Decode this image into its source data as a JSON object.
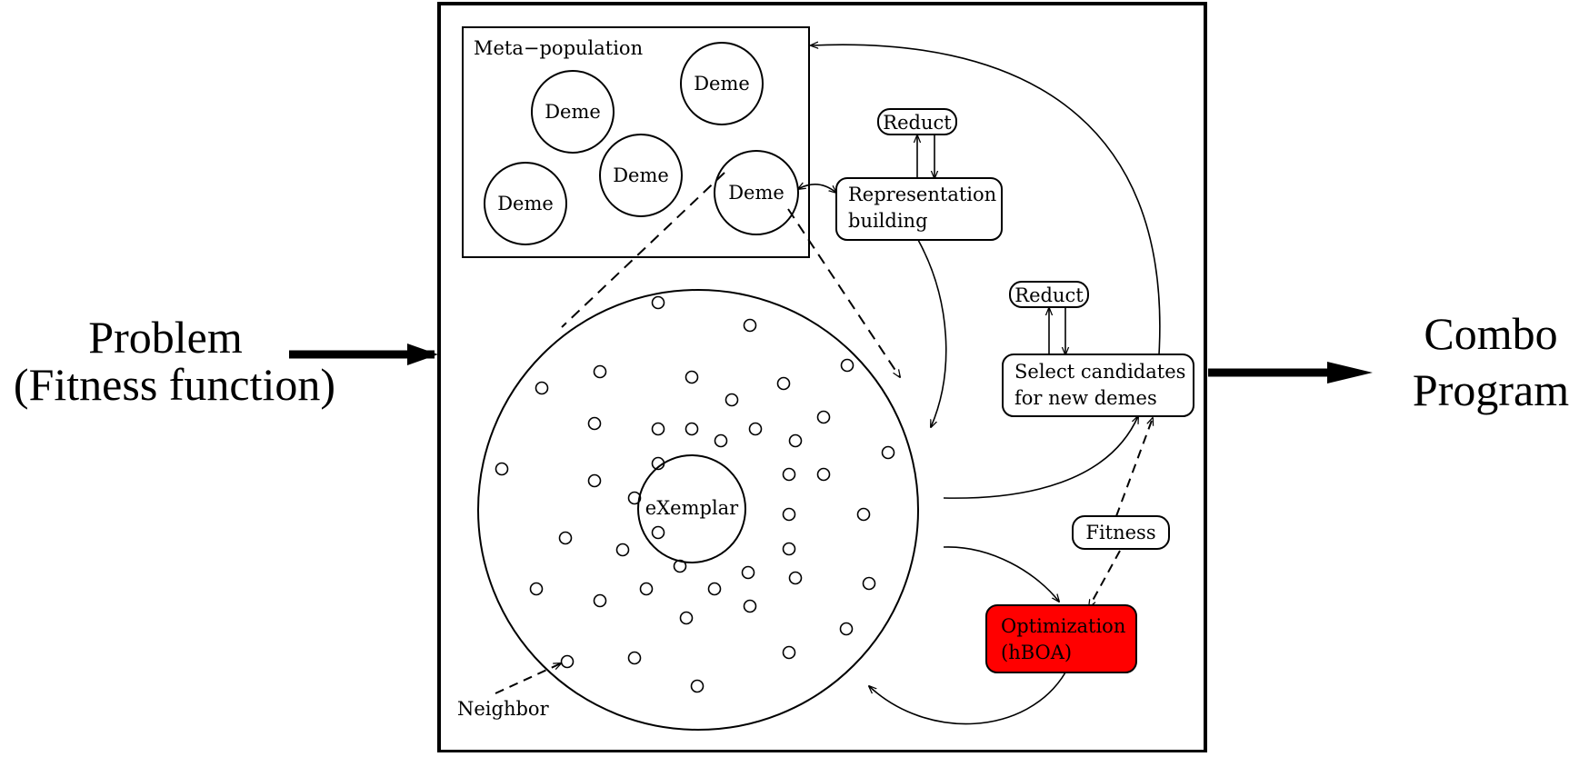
{
  "io": {
    "input_line1": "Problem",
    "input_line2": "(Fitness function)",
    "output_line1": "Combo",
    "output_line2": "Program"
  },
  "metapop": {
    "title": "Meta−population",
    "demes": [
      "Deme",
      "Deme",
      "Deme",
      "Deme",
      "Deme"
    ]
  },
  "nodes": {
    "reduct1": "Reduct",
    "reduct2": "Reduct",
    "rep_line1": "Representation",
    "rep_line2": "building",
    "select_line1": "Select candidates",
    "select_line2": "for new demes",
    "fitness": "Fitness",
    "opt_line1": "Optimization",
    "opt_line2": "(hBOA)",
    "exemplar": "eXemplar",
    "neighbor": "Neighbor"
  },
  "colors": {
    "optimization_fill": "#ff0000",
    "stroke": "#000000",
    "background": "#ffffff"
  }
}
